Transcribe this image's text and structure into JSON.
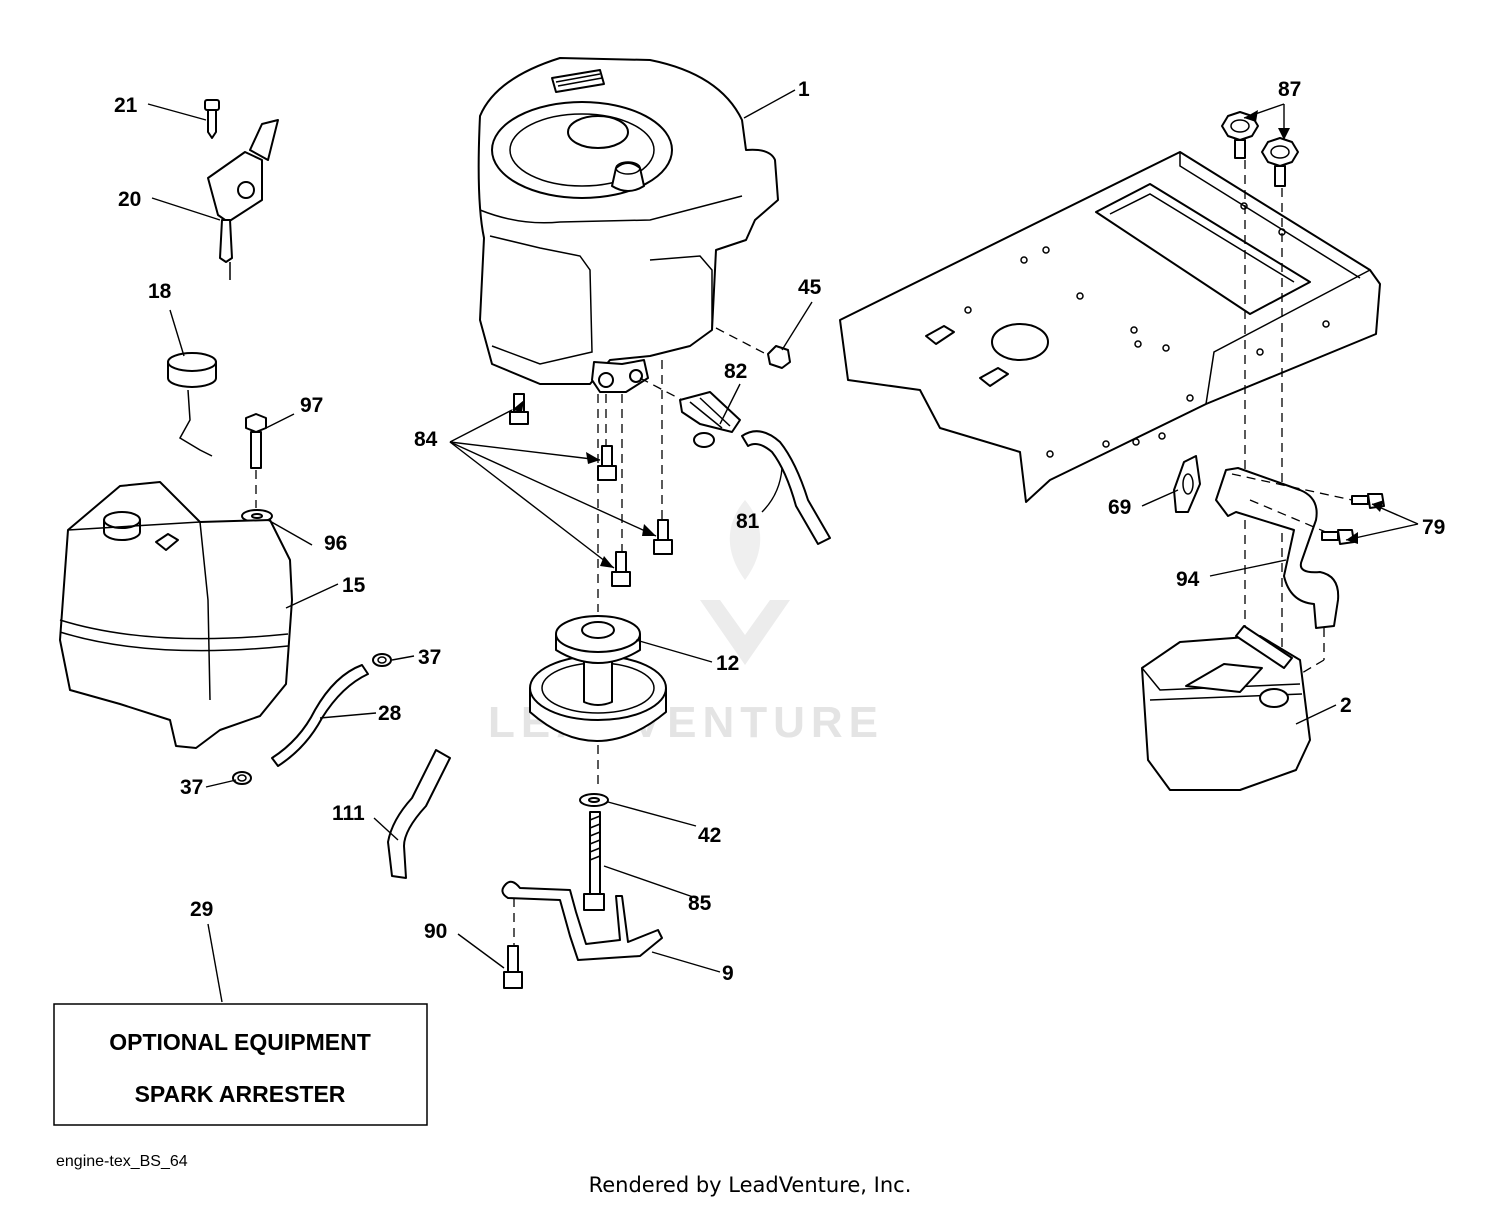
{
  "diagram": {
    "callouts": [
      {
        "id": "c1",
        "label": "1"
      },
      {
        "id": "c2",
        "label": "2"
      },
      {
        "id": "c9",
        "label": "9"
      },
      {
        "id": "c12",
        "label": "12"
      },
      {
        "id": "c15",
        "label": "15"
      },
      {
        "id": "c18",
        "label": "18"
      },
      {
        "id": "c20",
        "label": "20"
      },
      {
        "id": "c21",
        "label": "21"
      },
      {
        "id": "c28",
        "label": "28"
      },
      {
        "id": "c29",
        "label": "29"
      },
      {
        "id": "c37a",
        "label": "37"
      },
      {
        "id": "c37b",
        "label": "37"
      },
      {
        "id": "c42",
        "label": "42"
      },
      {
        "id": "c45",
        "label": "45"
      },
      {
        "id": "c69",
        "label": "69"
      },
      {
        "id": "c79",
        "label": "79"
      },
      {
        "id": "c81",
        "label": "81"
      },
      {
        "id": "c82",
        "label": "82"
      },
      {
        "id": "c84",
        "label": "84"
      },
      {
        "id": "c85",
        "label": "85"
      },
      {
        "id": "c87",
        "label": "87"
      },
      {
        "id": "c90",
        "label": "90"
      },
      {
        "id": "c94",
        "label": "94"
      },
      {
        "id": "c96",
        "label": "96"
      },
      {
        "id": "c97",
        "label": "97"
      },
      {
        "id": "c111",
        "label": "111"
      }
    ],
    "optional_box": {
      "line1": "OPTIONAL EQUIPMENT",
      "line2": "SPARK ARRESTER"
    },
    "reference": "engine-tex_BS_64",
    "credit": "Rendered by LeadVenture, Inc.",
    "watermark": "LEADVENTURE"
  }
}
